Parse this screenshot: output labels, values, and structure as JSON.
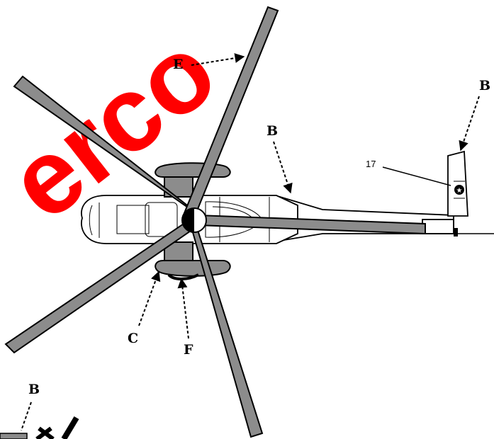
{
  "diagram": {
    "callouts": {
      "b_tail": "B",
      "b_fuselage": "B",
      "b_lower": "B",
      "c": "C",
      "e": "E",
      "f": "F"
    },
    "part_number": "17",
    "watermark": "erco"
  },
  "colors": {
    "blade_fill": "#8c8c8c",
    "outline": "#000000",
    "watermark": "#ff0000"
  }
}
